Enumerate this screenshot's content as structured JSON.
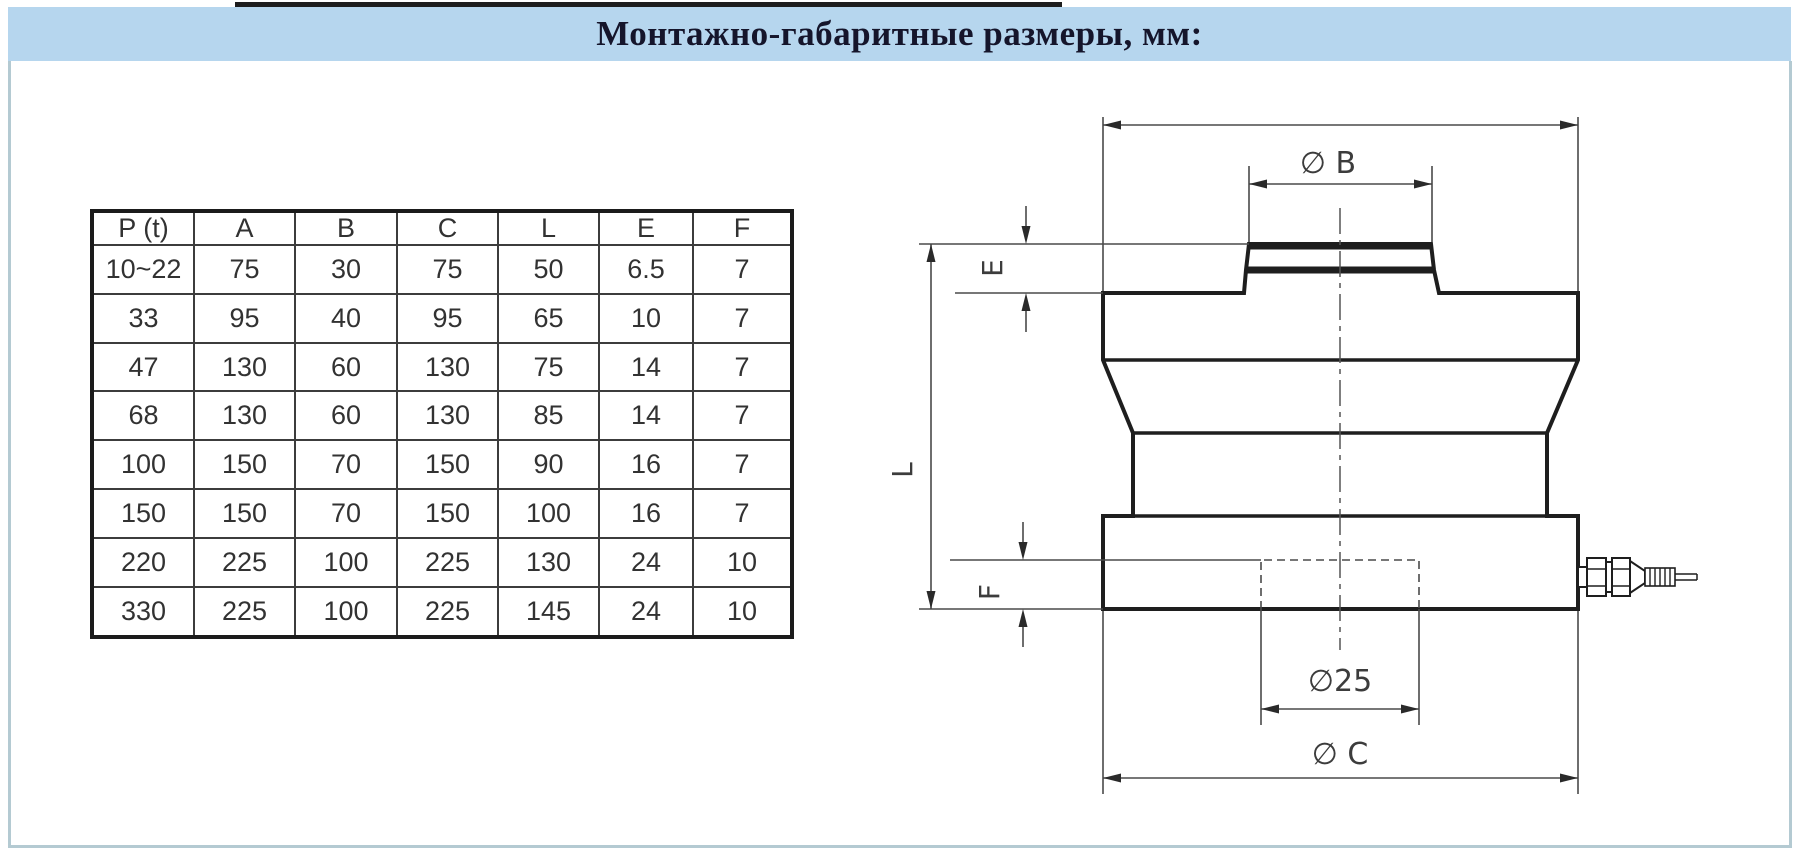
{
  "header": {
    "title": "Монтажно-габаритные размеры, мм:"
  },
  "table": {
    "headers": [
      "P (t)",
      "A",
      "B",
      "C",
      "L",
      "E",
      "F"
    ],
    "rows": [
      [
        "10~22",
        "75",
        "30",
        "75",
        "50",
        "6.5",
        "7"
      ],
      [
        "33",
        "95",
        "40",
        "95",
        "65",
        "10",
        "7"
      ],
      [
        "47",
        "130",
        "60",
        "130",
        "75",
        "14",
        "7"
      ],
      [
        "68",
        "130",
        "60",
        "130",
        "85",
        "14",
        "7"
      ],
      [
        "100",
        "150",
        "70",
        "150",
        "90",
        "16",
        "7"
      ],
      [
        "150",
        "150",
        "70",
        "150",
        "100",
        "16",
        "7"
      ],
      [
        "220",
        "225",
        "100",
        "225",
        "130",
        "24",
        "10"
      ],
      [
        "330",
        "225",
        "100",
        "225",
        "145",
        "24",
        "10"
      ]
    ]
  },
  "drawing": {
    "labels": {
      "dia_b": "∅ B",
      "e": "E",
      "l": "L",
      "f": "F",
      "dia_25": "∅25",
      "dia_c": "∅ C"
    }
  },
  "colors": {
    "band_blue": "#b6d6ee",
    "title_text": "#15152b",
    "panel_border": "#b4cad2",
    "drawing_line": "#1e1e1e",
    "dim_line": "#4a4a4a",
    "table_outer_border": "#1b1b1b",
    "table_text": "#323232"
  }
}
